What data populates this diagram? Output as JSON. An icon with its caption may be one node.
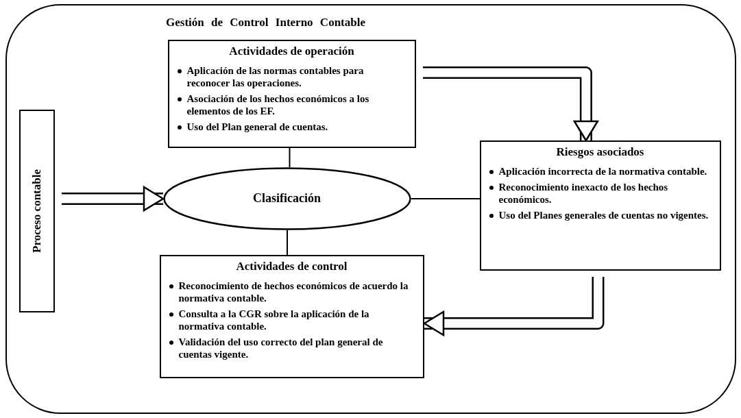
{
  "diagram": {
    "nodes": [
      {
        "text": [
          "Gestión de Control Interno Contable"
        ]
      },
      {
        "text": [
          "Actividades de operación",
          "Aplicación de las normas contables para reconocer las operaciones.",
          "Asociación de los hechos económicos a los elementos de los EF.",
          "Uso del Plan general de cuentas."
        ],
        "in": 0
      },
      {
        "text": [
          "Proceso contable"
        ],
        "in": 0
      },
      {
        "text": [
          "Clasificación"
        ],
        "in": 0
      },
      {
        "text": [
          "Riesgos asociados",
          "Aplicación incorrecta de la normativa contable.",
          "Reconocimiento inexacto de los hechos económicos.",
          "Uso del Planes generales de cuentas no vigentes."
        ],
        "in": 0
      },
      {
        "text": [
          "Actividades de control",
          "Reconocimiento de hechos económicos de acuerdo la normativa contable.",
          "Consulta a la CGR sobre la aplicación de la normativa contable.",
          "Validación del uso correcto del plan general de cuentas vigente."
        ],
        "in": 0
      }
    ],
    "edges": [
      {
        "from": 1,
        "to": 4,
        "arrow": "to",
        "style": "thick"
      },
      {
        "from": 1,
        "to": 3,
        "arrow": "none"
      },
      {
        "from": 2,
        "to": 3,
        "arrow": "to",
        "style": "thick"
      },
      {
        "from": 3,
        "to": 4,
        "arrow": "none"
      },
      {
        "from": 3,
        "to": 5,
        "arrow": "none"
      },
      {
        "from": 4,
        "to": 5,
        "arrow": "to",
        "style": "thick"
      }
    ]
  }
}
